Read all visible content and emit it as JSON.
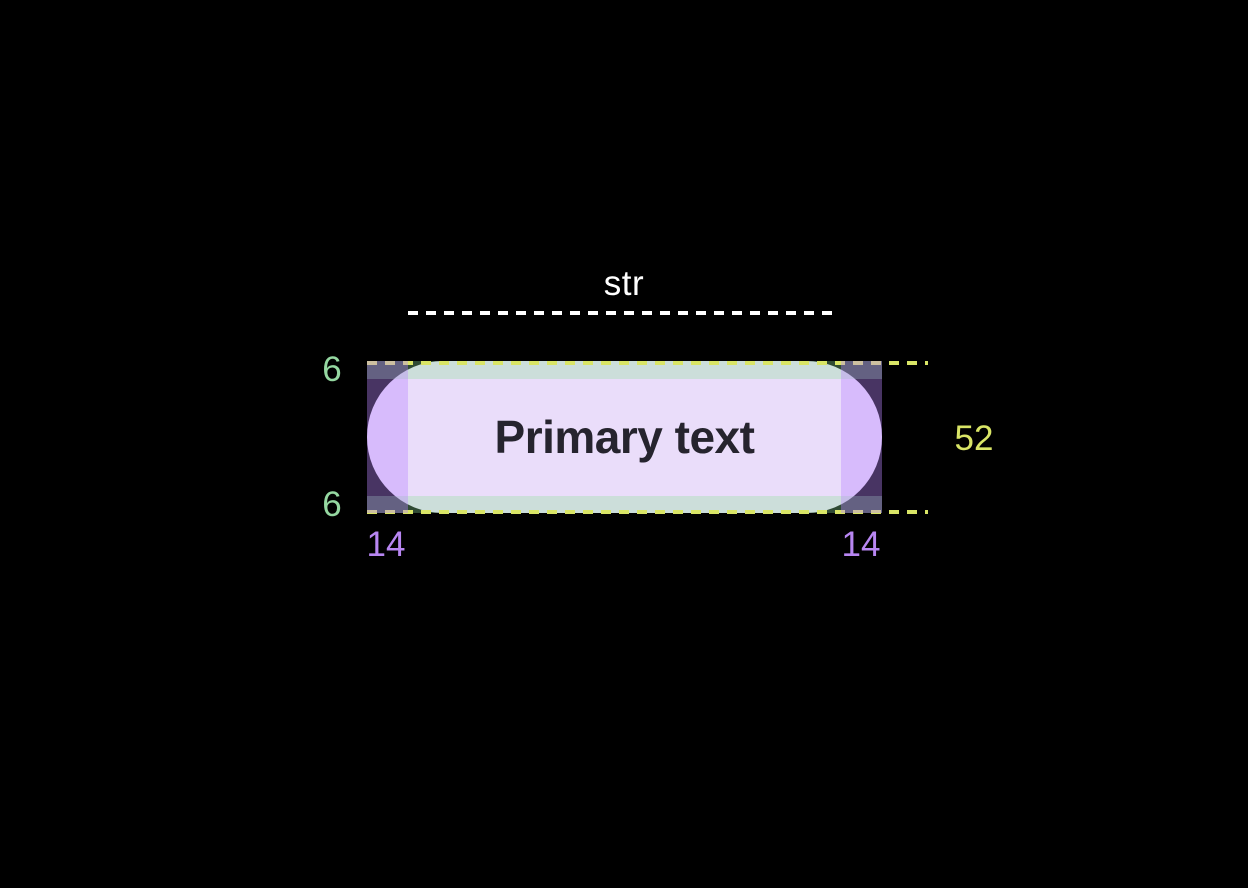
{
  "canvas": {
    "background": "#000000"
  },
  "button": {
    "label": "Primary text",
    "fill": "#eaddfa",
    "text_color": "#26242e",
    "shape": "pill"
  },
  "annotations": {
    "width_label": "str",
    "height_value": "52",
    "padding_top_value": "6",
    "padding_bottom_value": "6",
    "padding_left_value": "14",
    "padding_right_value": "14",
    "width_line_color": "#ffffff",
    "height_value_color": "#d9e566",
    "edge_line_color": "#d9e566",
    "vertical_padding_color": "#95d8a1",
    "horizontal_padding_color": "#b886f2",
    "vertical_padding_overlay": "rgba(142,224,154,0.33)",
    "horizontal_padding_overlay": "rgba(185,133,254,0.39)"
  }
}
